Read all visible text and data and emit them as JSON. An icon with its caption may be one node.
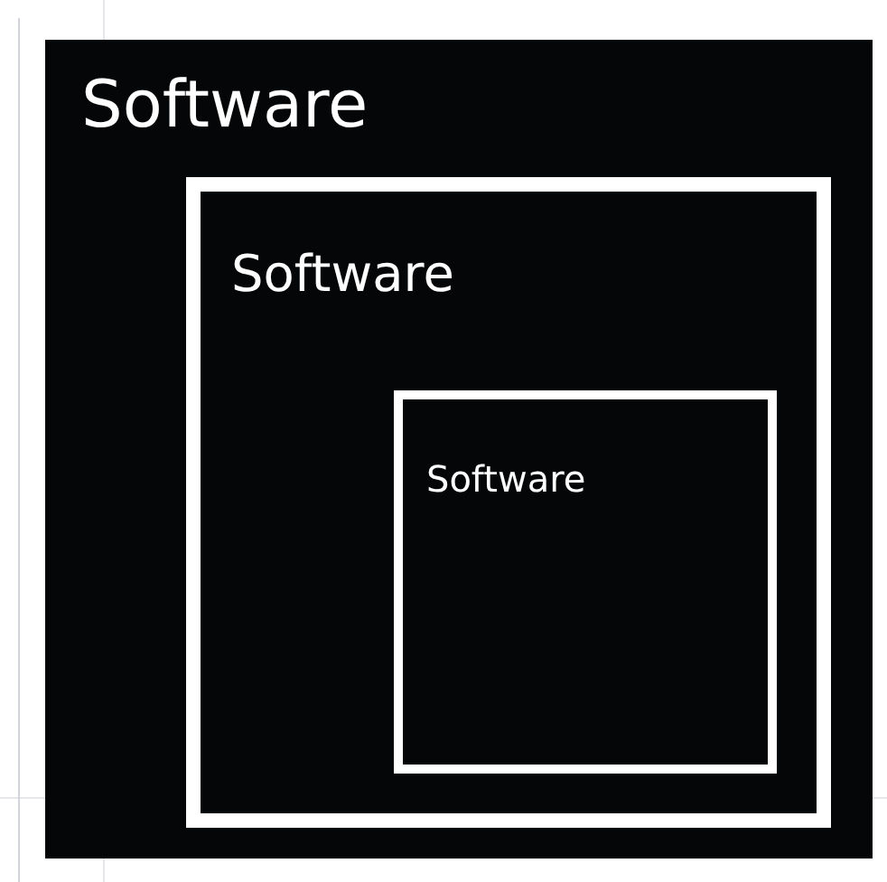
{
  "diagram": {
    "nodes": [
      {
        "text": [
          "Software"
        ]
      },
      {
        "text": [
          "Software"
        ],
        "in": 0
      },
      {
        "text": [
          "Software"
        ],
        "in": 1
      }
    ]
  }
}
